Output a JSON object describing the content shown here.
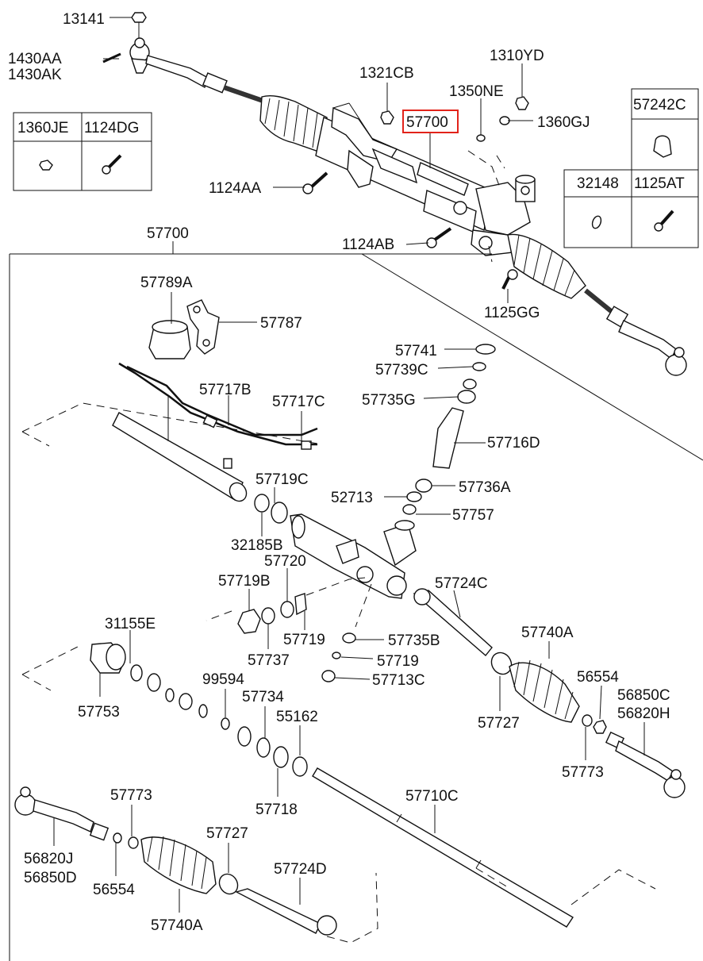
{
  "colors": {
    "line": "#111111",
    "highlight": "#e2231a",
    "background": "#ffffff"
  },
  "labels": {
    "l13141": "13141",
    "l1430AA": "1430AA",
    "l1430AK": "1430AK",
    "l1321CB": "1321CB",
    "l1310YD": "1310YD",
    "l1350NE": "1350NE",
    "l57700_top": "57700",
    "l1360GJ": "1360GJ",
    "l1124AA": "1124AA",
    "l1124AB": "1124AB",
    "l1125GG": "1125GG",
    "l57700_main": "57700",
    "l57789A": "57789A",
    "l57787": "57787",
    "l57741": "57741",
    "l57739C": "57739C",
    "l57735G": "57735G",
    "l57717B": "57717B",
    "l57717C": "57717C",
    "l57716D": "57716D",
    "l57719C": "57719C",
    "l57736A": "57736A",
    "l52713": "52713",
    "l57757": "57757",
    "l32185B": "32185B",
    "l57720": "57720",
    "l57719B": "57719B",
    "l57724C": "57724C",
    "l31155E": "31155E",
    "l57719_a": "57719",
    "l57735B": "57735B",
    "l57740A_r": "57740A",
    "l57737": "57737",
    "l57719_b": "57719",
    "l57713C": "57713C",
    "l99594": "99594",
    "l56554_r": "56554",
    "l57734": "57734",
    "l56850C": "56850C",
    "l56820H": "56820H",
    "l57753": "57753",
    "l55162": "55162",
    "l57727_r": "57727",
    "l57773_r": "57773",
    "l57718": "57718",
    "l57710C": "57710C",
    "l57773_l": "57773",
    "l57727_l": "57727",
    "l56820J": "56820J",
    "l56850D": "56850D",
    "l56554_l": "56554",
    "l57724D": "57724D",
    "l57740A_l": "57740A"
  },
  "boxes": {
    "box1": {
      "cells": [
        "1360JE",
        "1124DG"
      ]
    },
    "box2": {
      "cells": [
        "57242C"
      ]
    },
    "box3": {
      "cells": [
        "32148",
        "1125AT"
      ]
    }
  }
}
